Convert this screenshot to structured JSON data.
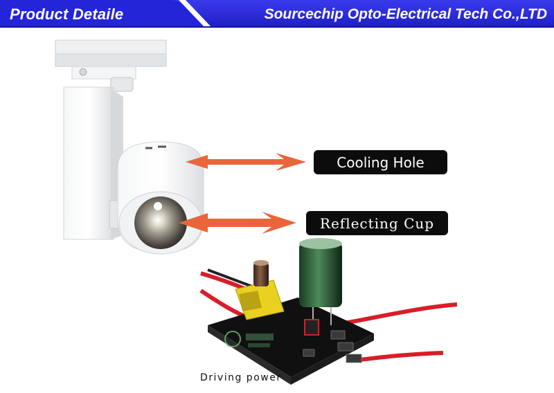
{
  "header": {
    "left_title": "Product Detaile",
    "right_title": "Sourcechip Opto-Electrical Tech Co.,LTD",
    "colors": {
      "banner": "#2b2bd6",
      "banner_edge": "#1a1aa8",
      "divider": "#ffffff"
    }
  },
  "callouts": {
    "cooling_hole": "Cooling Hole",
    "reflecting_cup": "Reflecting Cup",
    "arrow_color": "#e8663a"
  },
  "caption": {
    "driving_power": "Driving power"
  },
  "images": {
    "track_light": "track-light-fixture",
    "driver_board": "led-driver-circuit-board"
  }
}
